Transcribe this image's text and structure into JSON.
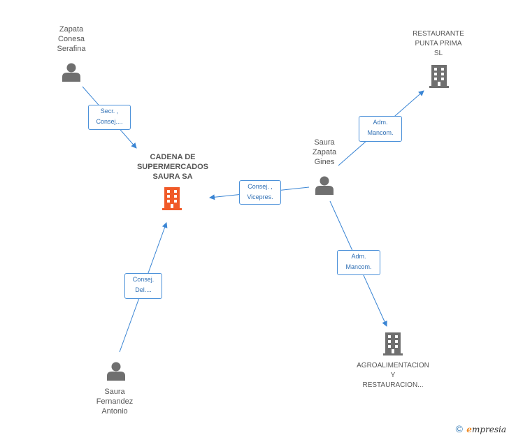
{
  "nodes": {
    "main_company": {
      "lines": [
        "CADENA DE",
        "SUPERMERCADOS",
        "SAURA SA"
      ],
      "color": "#f05a28"
    },
    "zapata_conesa": {
      "lines": [
        "Zapata",
        "Conesa",
        "Serafina"
      ]
    },
    "saura_zapata": {
      "lines": [
        "Saura",
        "Zapata",
        "Gines"
      ]
    },
    "saura_fernandez": {
      "lines": [
        "Saura",
        "Fernandez",
        "Antonio"
      ]
    },
    "restaurante": {
      "lines": [
        "RESTAURANTE",
        "PUNTA PRIMA",
        "SL"
      ]
    },
    "agroalimentacion": {
      "lines": [
        "AGROALIMENTACION",
        "Y",
        "RESTAURACION..."
      ]
    }
  },
  "edges": {
    "e1": [
      "Secr. ,",
      "Consej...."
    ],
    "e2": [
      "Consej. ,",
      "Vicepres."
    ],
    "e3": [
      "Adm.",
      "Mancom."
    ],
    "e4": [
      "Adm.",
      "Mancom."
    ],
    "e5": [
      "Consej.",
      "Del...."
    ]
  },
  "colors": {
    "edge": "#3a85d4",
    "person": "#6f6f6f",
    "company": "#6f6f6f",
    "main": "#f05a28"
  },
  "footer": {
    "copyright": "©",
    "brand_e": "e",
    "brand_rest": "mpresia"
  }
}
